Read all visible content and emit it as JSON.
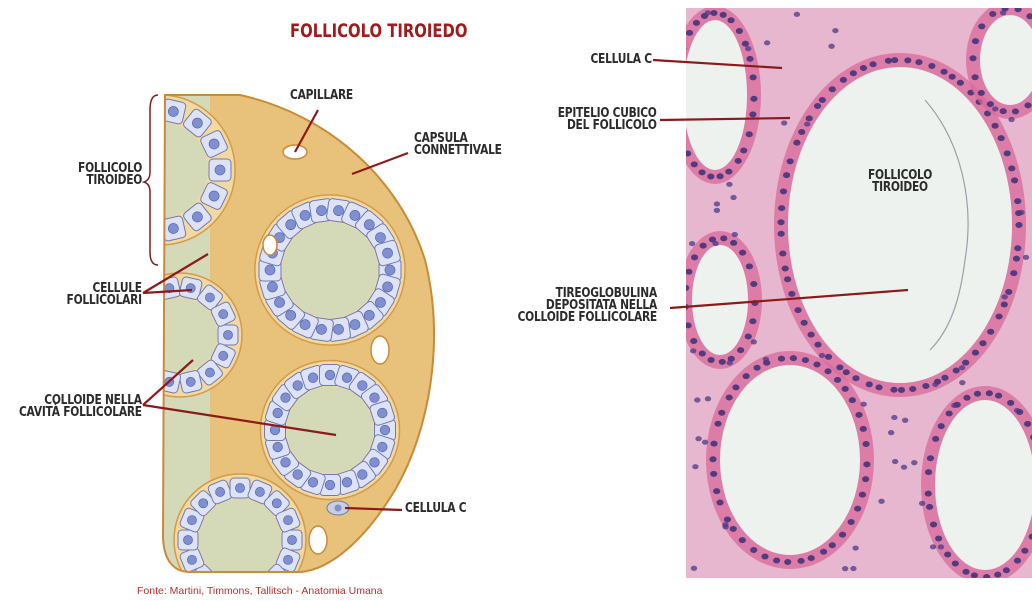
{
  "title": "FOLLICOLO TIROIEDO",
  "source": "Fonte: Martini, Timmons, Tallitsch - Anatomia Umana",
  "left_labels": {
    "follicolo_tiroideo": [
      "FOLLICOLO",
      "TIROIDEO"
    ],
    "capillare": "CAPILLARE",
    "capsula_connettivale": [
      "CAPSULA",
      "CONNETTIVALE"
    ],
    "cellule_follicolari": [
      "CELLULE",
      "FOLLICOLARI"
    ],
    "colloide": [
      "COLLOIDE NELLA",
      "CAVITÀ FOLLICOLARE"
    ],
    "cellula_c": "CELLULA C"
  },
  "right_labels": {
    "cellula_c": "CELLULA C",
    "epitelio_cubico": [
      "EPITELIO CUBICO",
      "DEL FOLLICOLO"
    ],
    "follicolo_tiroideo": [
      "FOLLICOLO",
      "TIROIDEO"
    ],
    "tireoglobulina": [
      "TIREOGLOBULINA",
      "DEPOSITATA NELLA",
      "COLLOIDE FOLLICOLARE"
    ]
  },
  "colors": {
    "title": "#a01c1c",
    "leader_line": "#8b1a1a",
    "colloid": "#d4d9b8",
    "cell": "#dde3f5",
    "nucleus": "#7f8fd0",
    "capsule": "#e0a85a",
    "tissue_pink": "#d96a9a",
    "colloid_micro": "#eef2ee"
  }
}
